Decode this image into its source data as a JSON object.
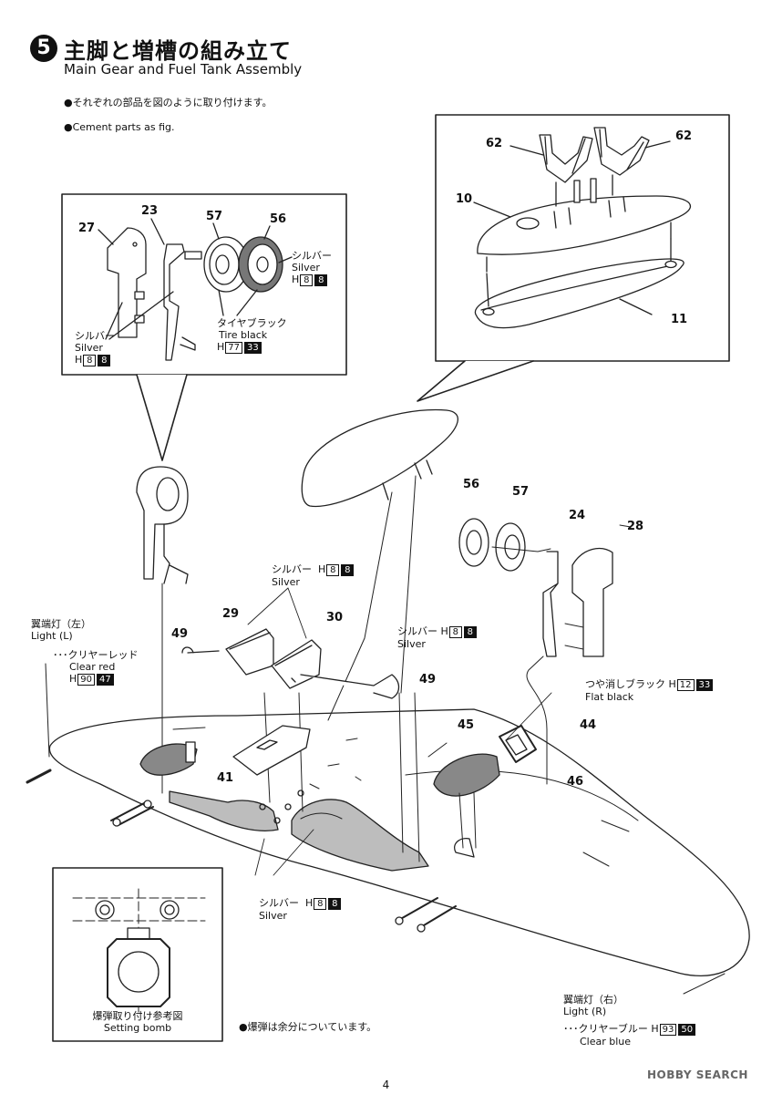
{
  "header": {
    "step_number": "5",
    "title_jp": "主脚と増槽の組み立て",
    "title_en": "Main Gear and Fuel Tank Assembly"
  },
  "notes": {
    "cement_jp": "●それぞれの部品を図のように取り付けます。",
    "cement_en": "●Cement parts as fig.",
    "bombs_jp": "●爆弾は余分についています。"
  },
  "parts": {
    "p10": "10",
    "p11": "11",
    "p62a": "62",
    "p62b": "62",
    "p23": "23",
    "p27": "27",
    "p57a": "57",
    "p56a": "56",
    "p56b": "56",
    "p57b": "57",
    "p24": "24",
    "p28": "28",
    "p29": "29",
    "p30": "30",
    "p49a": "49",
    "p49b": "49",
    "p41": "41",
    "p45": "45",
    "p44": "44",
    "p46": "46"
  },
  "paint": {
    "silver_jp": "シルバー",
    "silver_en": "Silver",
    "h_prefix": "H",
    "silver_h": "8",
    "silver_code": "8",
    "tire_jp": "タイヤブラック",
    "tire_en": "Tire black",
    "tire_h": "77",
    "tire_code": "33",
    "flat_black_jp": "つや消しブラック",
    "flat_black_en": "Flat black",
    "flat_black_h": "12",
    "flat_black_code": "33",
    "clear_red_jp": "･･･クリヤーレッド",
    "clear_red_en": "Clear red",
    "clear_red_h": "90",
    "clear_red_code": "47",
    "clear_blue_jp": "･･･クリヤーブルー",
    "clear_blue_en": "Clear blue",
    "clear_blue_h": "93",
    "clear_blue_code": "50"
  },
  "lights": {
    "left_jp": "翼端灯（左）",
    "left_en": "Light (L)",
    "right_jp": "翼端灯（右）",
    "right_en": "Light (R)"
  },
  "inset_bomb": {
    "caption_jp": "爆弾取り付け参考図",
    "caption_en": "Setting bomb"
  },
  "footer": {
    "page_number": "4",
    "watermark": "HOBBY SEARCH"
  }
}
